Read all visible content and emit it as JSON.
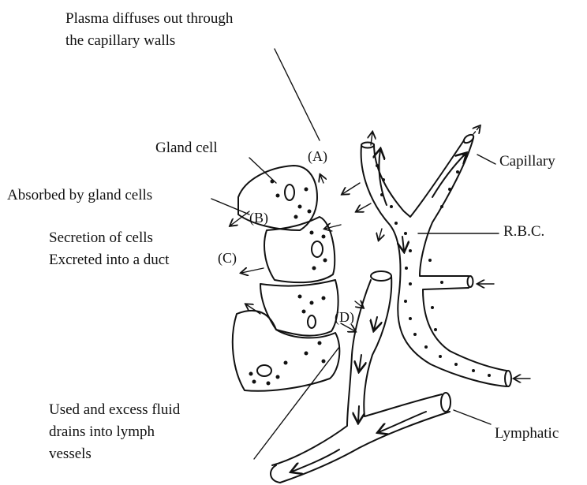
{
  "labels": {
    "plasma_line1": "Plasma diffuses out through",
    "plasma_line2": "the capillary walls",
    "gland_cell": "Gland cell",
    "absorbed": "Absorbed by gland cells",
    "secretion_line1": "Secretion of cells",
    "secretion_line2": "Excreted into a duct",
    "capillary": "Capillary",
    "rbc": "R.B.C.",
    "used_line1": "Used and excess fluid",
    "used_line2": "drains into lymph",
    "used_line3": "vessels",
    "lymphatic": "Lymphatic"
  },
  "markers": {
    "a": "(A)",
    "b": "(B)",
    "c": "(C)",
    "d": "(D)"
  },
  "colors": {
    "ink": "#111111",
    "background": "#ffffff"
  }
}
